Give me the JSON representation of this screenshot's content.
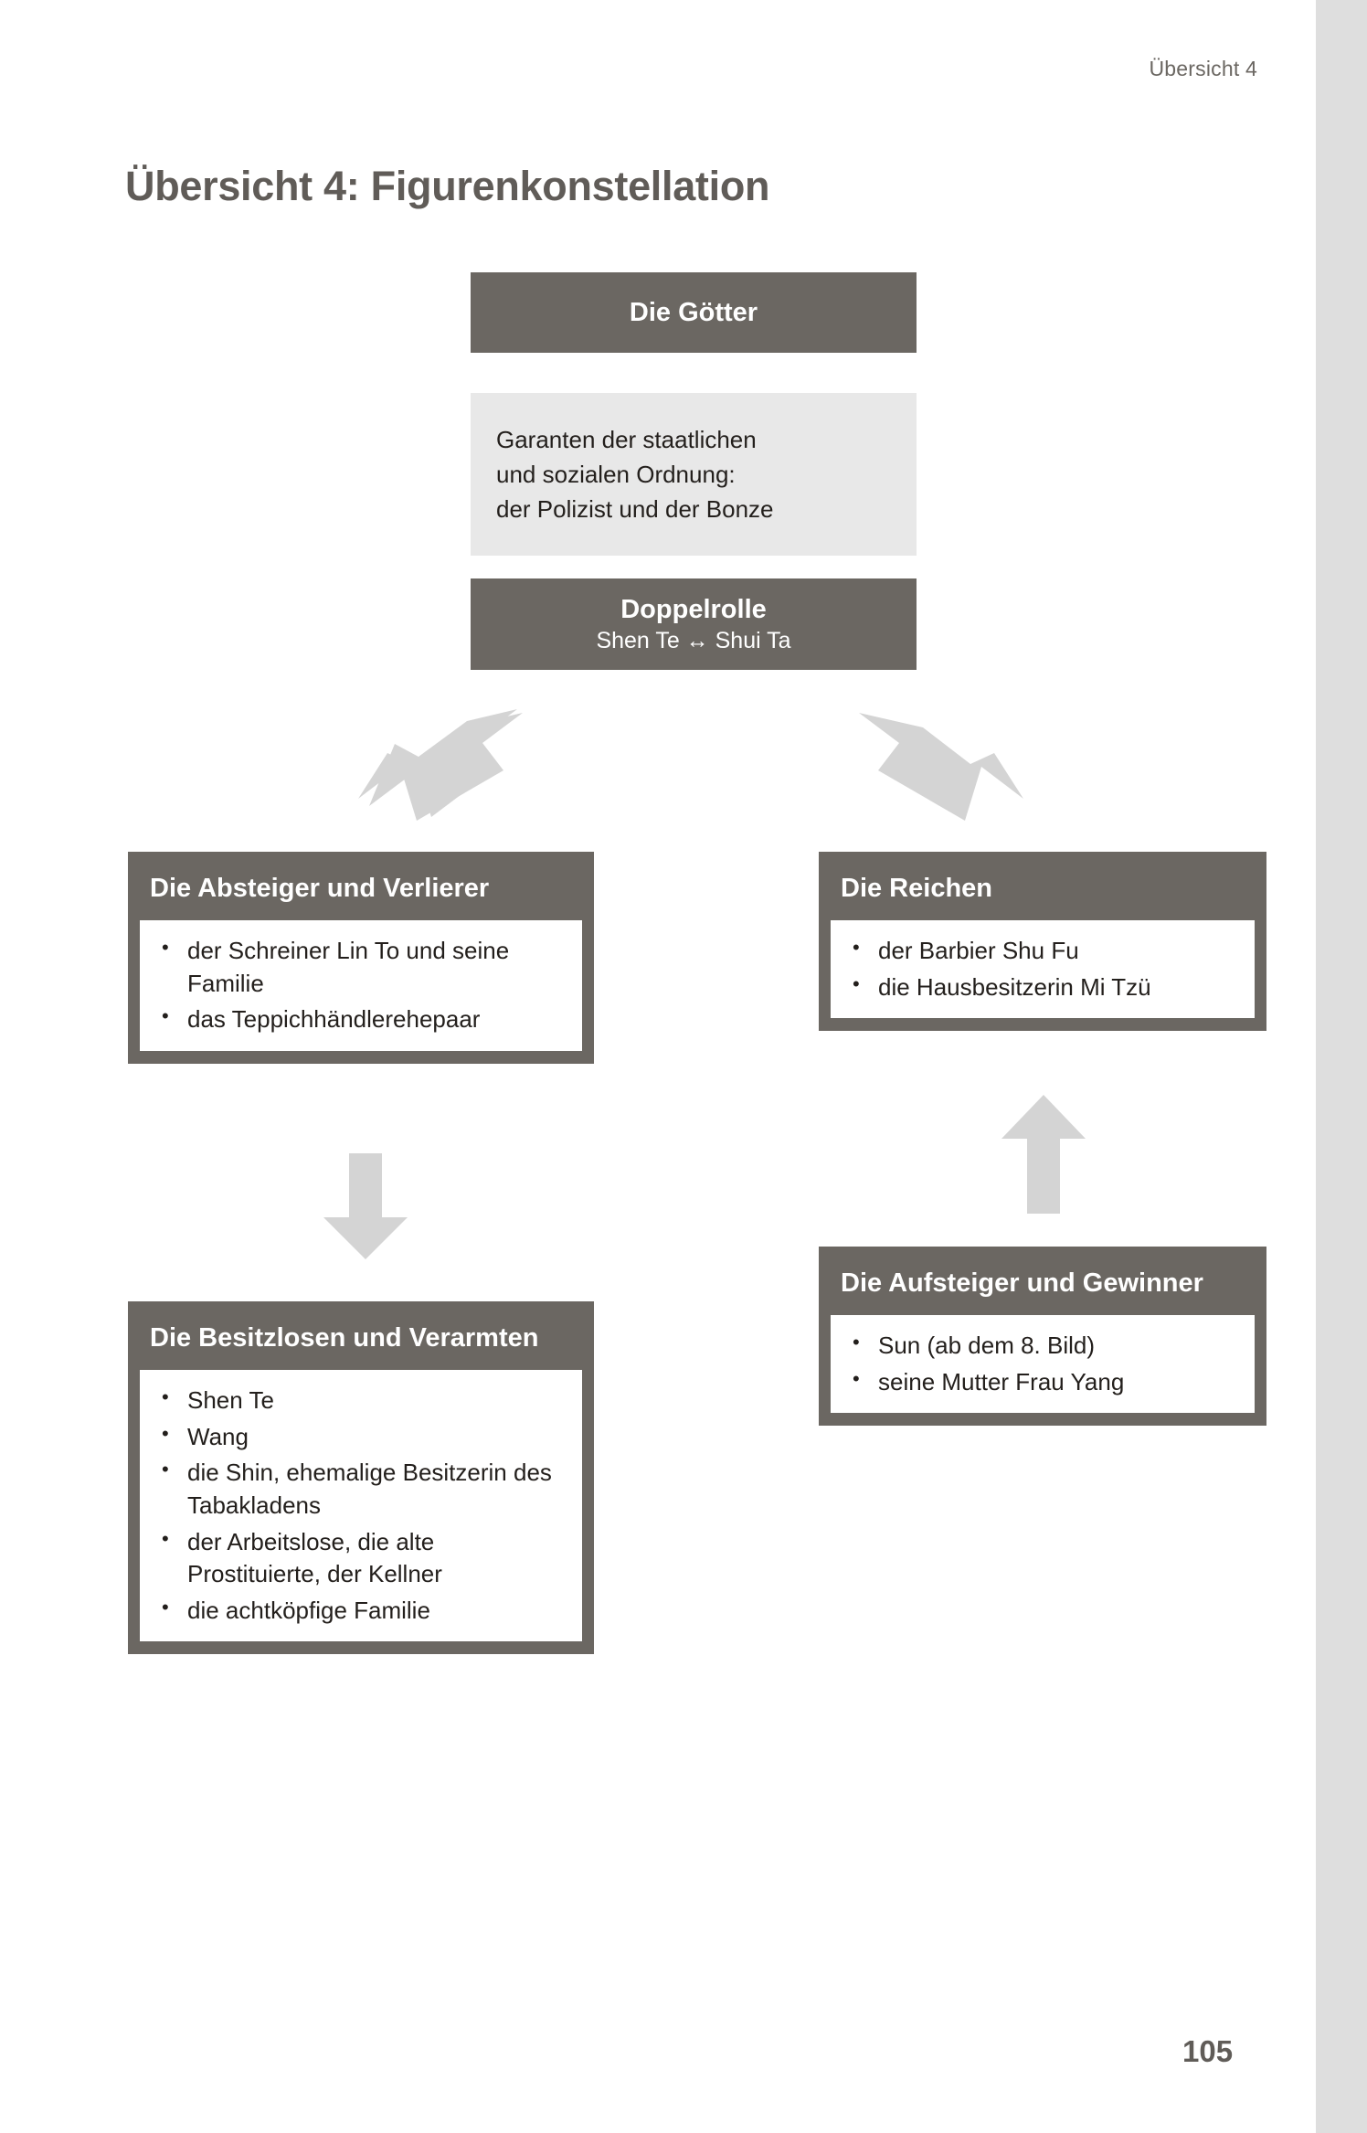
{
  "page": {
    "running_head": "Übersicht 4",
    "title": "Übersicht 4: Figurenkonstellation",
    "page_number": "105",
    "colors": {
      "dark_box": "#6b6762",
      "light_box": "#e8e8e8",
      "arrow": "#d4d4d4",
      "edge_strip": "#dedede",
      "text_dark": "#231f1c",
      "heading": "#605c58"
    }
  },
  "diagram": {
    "type": "character-constellation",
    "nodes": {
      "goetter": {
        "title": "Die Götter",
        "description_lines": [
          "Garanten der staatlichen",
          "und sozialen Ordnung:",
          "der Polizist und der Bonze"
        ]
      },
      "doppelrolle": {
        "title": "Doppelrolle",
        "subtitle": "Shen Te ↔ Shui Ta"
      },
      "absteiger": {
        "title": "Die Absteiger und Verlierer",
        "items": [
          "der Schreiner Lin To und seine Familie",
          "das Teppichhändlerehepaar"
        ]
      },
      "besitzlose": {
        "title": "Die Besitzlosen und Verarmten",
        "items": [
          "Shen Te",
          "Wang",
          "die Shin, ehemalige Besitzerin des Tabakladens",
          "der Arbeitslose, die alte Prostituierte, der Kellner",
          "die achtköpfige Familie"
        ]
      },
      "reichen": {
        "title": "Die Reichen",
        "items": [
          "der Barbier Shu Fu",
          "die Hausbesitzerin Mi Tzü"
        ]
      },
      "aufsteiger": {
        "title": "Die Aufsteiger und Gewinner",
        "items": [
          "Sun (ab dem 8. Bild)",
          "seine Mutter Frau Yang"
        ]
      }
    },
    "arrows": [
      {
        "id": "doppelrolle-to-absteiger",
        "direction": "down-left"
      },
      {
        "id": "doppelrolle-to-reichen",
        "direction": "down-right"
      },
      {
        "id": "absteiger-to-besitzlose",
        "direction": "down"
      },
      {
        "id": "aufsteiger-to-reichen",
        "direction": "up"
      }
    ]
  }
}
